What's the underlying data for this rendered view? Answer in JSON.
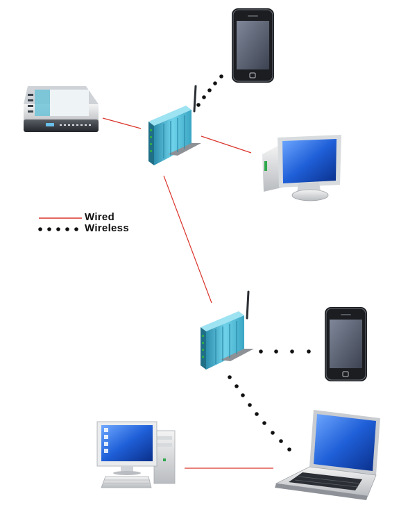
{
  "legend": {
    "wired_label": "Wired",
    "wireless_label": "Wireless"
  },
  "colors": {
    "wired_line": "#d9342b",
    "wireless_dot": "#111111",
    "router_body": "#5fc4dc",
    "screen_blue": "#1f5fd8"
  },
  "devices": [
    {
      "id": "modem",
      "icon": "modem-icon"
    },
    {
      "id": "router-1",
      "icon": "wireless-router-icon"
    },
    {
      "id": "router-2",
      "icon": "wireless-router-icon"
    },
    {
      "id": "phone-1",
      "icon": "smartphone-icon"
    },
    {
      "id": "phone-2",
      "icon": "smartphone-icon"
    },
    {
      "id": "monitor",
      "icon": "monitor-icon"
    },
    {
      "id": "desktop",
      "icon": "desktop-computer-icon"
    },
    {
      "id": "laptop",
      "icon": "laptop-icon"
    }
  ],
  "connections": [
    {
      "from": "modem",
      "to": "router-1",
      "type": "wired"
    },
    {
      "from": "router-1",
      "to": "monitor",
      "type": "wired"
    },
    {
      "from": "router-1",
      "to": "phone-1",
      "type": "wireless"
    },
    {
      "from": "router-1",
      "to": "router-2",
      "type": "wired"
    },
    {
      "from": "router-2",
      "to": "phone-2",
      "type": "wireless"
    },
    {
      "from": "router-2",
      "to": "laptop",
      "type": "wireless"
    },
    {
      "from": "desktop",
      "to": "laptop",
      "type": "wired"
    }
  ]
}
